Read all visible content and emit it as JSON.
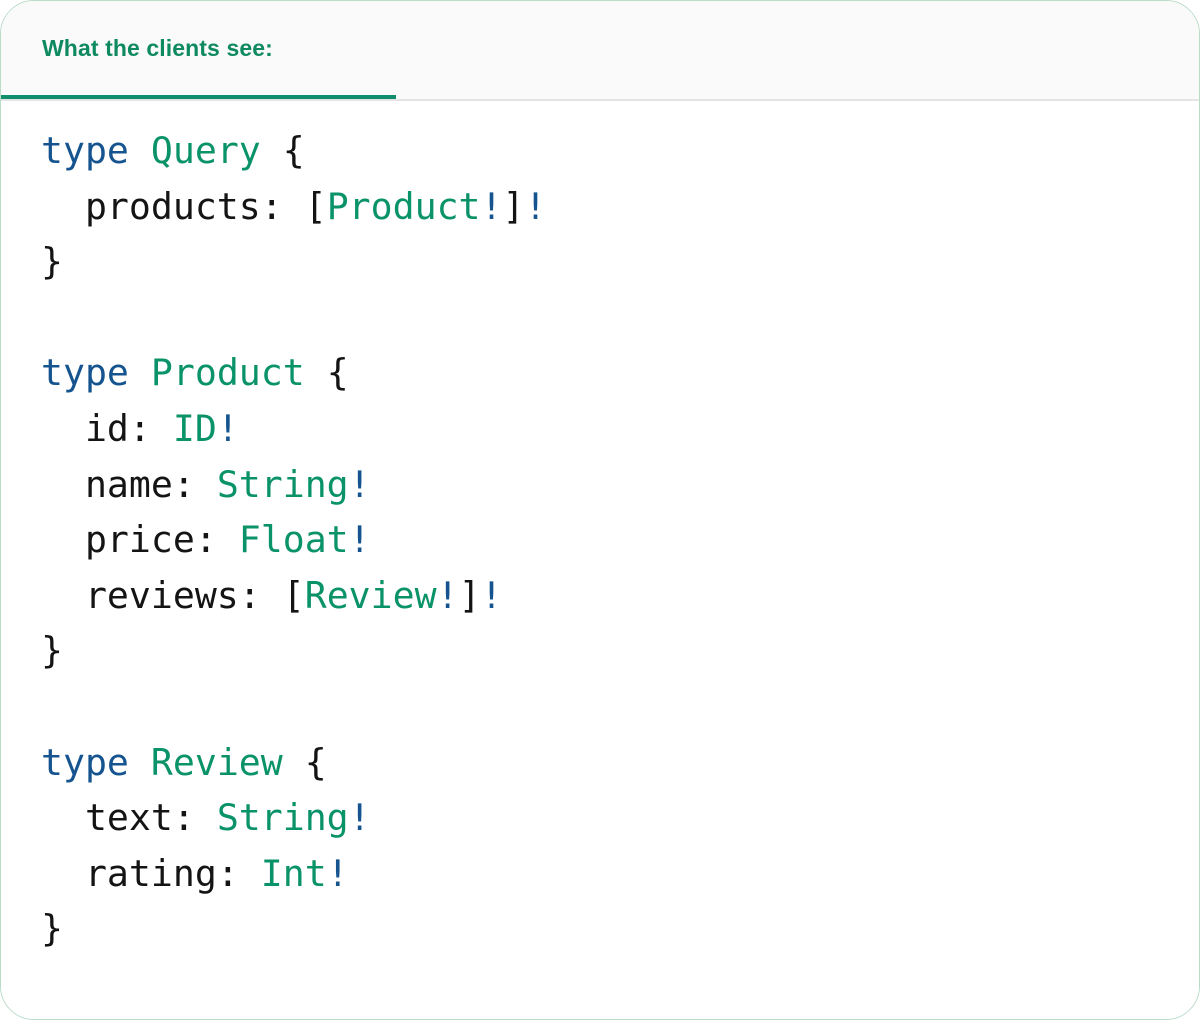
{
  "panel": {
    "border_color": "#b9dcc9",
    "background": "#ffffff"
  },
  "tabs": {
    "active_index": 0,
    "items": [
      {
        "label": "What the clients see:",
        "active": true,
        "accent_color": "#118f6d",
        "text_color": "#0f8a60"
      }
    ]
  },
  "code": {
    "language": "graphql",
    "theme": {
      "keyword_color": "#15548f",
      "type_name_color": "#0a9268",
      "punctuation_color": "#141414",
      "non_null_color": "#15548f",
      "field_color": "#141414",
      "background": "#ffffff"
    },
    "lines": [
      [
        {
          "t": "type",
          "c": "kw"
        },
        {
          "t": " ",
          "c": "punc"
        },
        {
          "t": "Query",
          "c": "tname"
        },
        {
          "t": " {",
          "c": "punc"
        }
      ],
      [
        {
          "t": "  ",
          "c": "punc"
        },
        {
          "t": "products",
          "c": "fld"
        },
        {
          "t": ": [",
          "c": "punc"
        },
        {
          "t": "Product",
          "c": "tname"
        },
        {
          "t": "!",
          "c": "bang"
        },
        {
          "t": "]",
          "c": "punc"
        },
        {
          "t": "!",
          "c": "bang"
        }
      ],
      [
        {
          "t": "}",
          "c": "punc"
        }
      ],
      [],
      [
        {
          "t": "type",
          "c": "kw"
        },
        {
          "t": " ",
          "c": "punc"
        },
        {
          "t": "Product",
          "c": "tname"
        },
        {
          "t": " {",
          "c": "punc"
        }
      ],
      [
        {
          "t": "  ",
          "c": "punc"
        },
        {
          "t": "id",
          "c": "fld"
        },
        {
          "t": ": ",
          "c": "punc"
        },
        {
          "t": "ID",
          "c": "tname"
        },
        {
          "t": "!",
          "c": "bang"
        }
      ],
      [
        {
          "t": "  ",
          "c": "punc"
        },
        {
          "t": "name",
          "c": "fld"
        },
        {
          "t": ": ",
          "c": "punc"
        },
        {
          "t": "String",
          "c": "tname"
        },
        {
          "t": "!",
          "c": "bang"
        }
      ],
      [
        {
          "t": "  ",
          "c": "punc"
        },
        {
          "t": "price",
          "c": "fld"
        },
        {
          "t": ": ",
          "c": "punc"
        },
        {
          "t": "Float",
          "c": "tname"
        },
        {
          "t": "!",
          "c": "bang"
        }
      ],
      [
        {
          "t": "  ",
          "c": "punc"
        },
        {
          "t": "reviews",
          "c": "fld"
        },
        {
          "t": ": [",
          "c": "punc"
        },
        {
          "t": "Review",
          "c": "tname"
        },
        {
          "t": "!",
          "c": "bang"
        },
        {
          "t": "]",
          "c": "punc"
        },
        {
          "t": "!",
          "c": "bang"
        }
      ],
      [
        {
          "t": "}",
          "c": "punc"
        }
      ],
      [],
      [
        {
          "t": "type",
          "c": "kw"
        },
        {
          "t": " ",
          "c": "punc"
        },
        {
          "t": "Review",
          "c": "tname"
        },
        {
          "t": " {",
          "c": "punc"
        }
      ],
      [
        {
          "t": "  ",
          "c": "punc"
        },
        {
          "t": "text",
          "c": "fld"
        },
        {
          "t": ": ",
          "c": "punc"
        },
        {
          "t": "String",
          "c": "tname"
        },
        {
          "t": "!",
          "c": "bang"
        }
      ],
      [
        {
          "t": "  ",
          "c": "punc"
        },
        {
          "t": "rating",
          "c": "fld"
        },
        {
          "t": ": ",
          "c": "punc"
        },
        {
          "t": "Int",
          "c": "tname"
        },
        {
          "t": "!",
          "c": "bang"
        }
      ],
      [
        {
          "t": "}",
          "c": "punc"
        }
      ]
    ],
    "plain_text": "type Query {\n  products: [Product!]!\n}\n\ntype Product {\n  id: ID!\n  name: String!\n  price: Float!\n  reviews: [Review!]!\n}\n\ntype Review {\n  text: String!\n  rating: Int!\n}"
  }
}
